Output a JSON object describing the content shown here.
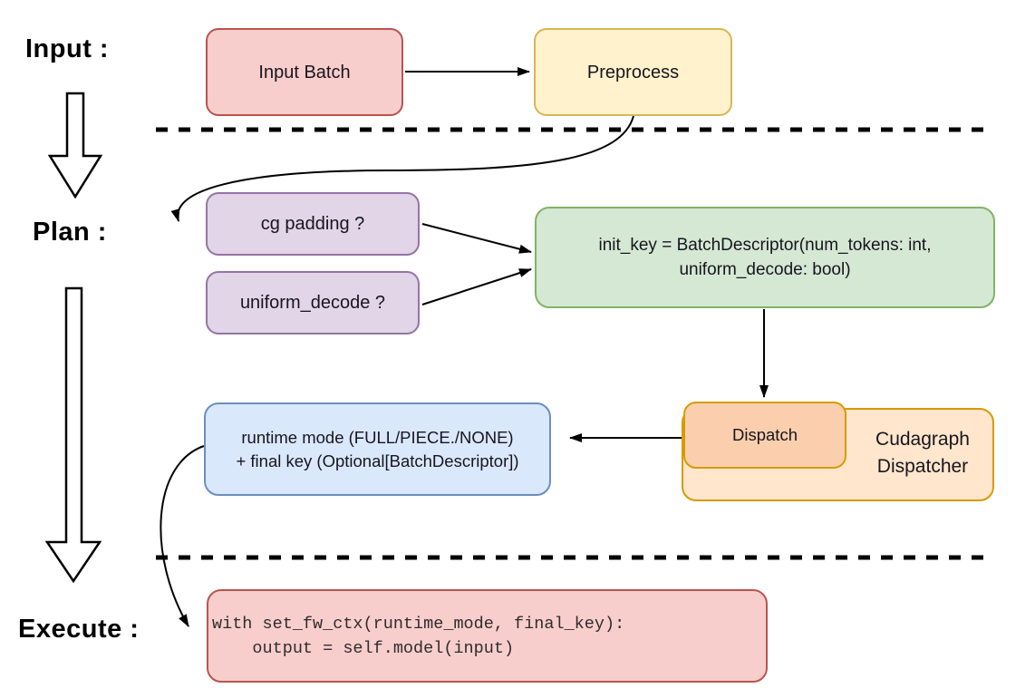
{
  "stages": {
    "input_label": "Input :",
    "plan_label": "Plan :",
    "execute_label": "Execute :"
  },
  "nodes": {
    "input_batch": "Input Batch",
    "preprocess": "Preprocess",
    "cg_padding": "cg padding ?",
    "uniform_decode": "uniform_decode ?",
    "init_key_line1": "init_key = BatchDescriptor(num_tokens: int,",
    "init_key_line2": "uniform_decode: bool)",
    "runtime_line1": "runtime mode (FULL/PIECE./NONE)",
    "runtime_line2": "+ final key (Optional[BatchDescriptor])",
    "dispatch": "Dispatch",
    "dispatcher_line1": "Cudagraph",
    "dispatcher_line2": "Dispatcher",
    "code_line1": "with set_fw_ctx(runtime_mode, final_key):",
    "code_line2": "    output = self.model(input)"
  },
  "palette": {
    "red_fill": "#f8cecc",
    "red_border": "#b85450",
    "yellow_fill": "#fff2cc",
    "yellow_border": "#d6b656",
    "purple_fill": "#e1d5e7",
    "purple_border": "#9673a6",
    "green_fill": "#d5e8d4",
    "green_border": "#82b366",
    "blue_fill": "#dae8fc",
    "blue_border": "#6c8ebf",
    "orange_fill": "#ffe6cc",
    "orange_inner_fill": "#fbcfad",
    "orange_border": "#d79b00",
    "line_color": "#000000"
  }
}
